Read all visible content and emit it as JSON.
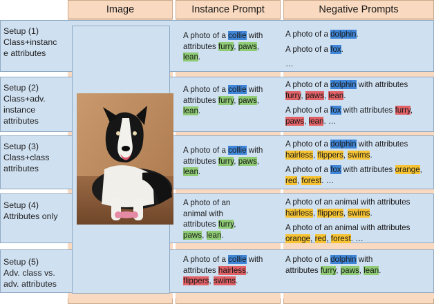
{
  "headers": {
    "image": "Image",
    "instance": "Instance Prompt",
    "negative": "Negative Prompts"
  },
  "rows": [
    {
      "setup": "Setup (1)\nClass+instanc\ne attributes",
      "instance": [
        [
          {
            "t": "A photo of a "
          },
          {
            "t": "collie",
            "h": "b"
          },
          {
            "t": " with"
          }
        ],
        [
          {
            "t": "attributes "
          },
          {
            "t": "furry",
            "h": "g"
          },
          {
            "t": ", "
          },
          {
            "t": "paws",
            "h": "g"
          },
          {
            "t": ","
          }
        ],
        [
          {
            "t": "lean",
            "h": "g"
          },
          {
            "t": "."
          }
        ]
      ],
      "negative": [
        [
          {
            "t": "A photo of a "
          },
          {
            "t": "dolphin",
            "h": "b"
          },
          {
            "t": "."
          }
        ],
        [
          {
            "t": "A photo of a "
          },
          {
            "t": "fox",
            "h": "b"
          },
          {
            "t": "."
          }
        ],
        [
          {
            "t": "…"
          }
        ]
      ]
    },
    {
      "setup": "Setup (2)\nClass+adv.\ninstance\nattributes",
      "instance": [
        [
          {
            "t": "A photo of a "
          },
          {
            "t": "collie",
            "h": "b"
          },
          {
            "t": " with"
          }
        ],
        [
          {
            "t": "attributes "
          },
          {
            "t": "furry",
            "h": "g"
          },
          {
            "t": ", "
          },
          {
            "t": "paws",
            "h": "g"
          },
          {
            "t": ","
          }
        ],
        [
          {
            "t": "lean",
            "h": "g"
          },
          {
            "t": "."
          }
        ]
      ],
      "negative": [
        [
          {
            "t": "A photo of a "
          },
          {
            "t": "dolphin",
            "h": "b"
          },
          {
            "t": " with attributes"
          }
        ],
        [
          {
            "t": "furry",
            "h": "r"
          },
          {
            "t": ", "
          },
          {
            "t": "paws",
            "h": "r"
          },
          {
            "t": ", "
          },
          {
            "t": "lean",
            "h": "r"
          },
          {
            "t": "."
          }
        ],
        [
          {
            "t": "A photo of a "
          },
          {
            "t": "fox",
            "h": "b"
          },
          {
            "t": " with attributes "
          },
          {
            "t": "furry",
            "h": "r"
          },
          {
            "t": ","
          }
        ],
        [
          {
            "t": "paws",
            "h": "r"
          },
          {
            "t": ", "
          },
          {
            "t": "lean",
            "h": "r"
          },
          {
            "t": ".   …"
          }
        ]
      ]
    },
    {
      "setup": "Setup (3)\nClass+class\nattributes",
      "instance": [
        [
          {
            "t": "A photo of a "
          },
          {
            "t": "collie",
            "h": "b"
          },
          {
            "t": " with"
          }
        ],
        [
          {
            "t": "attributes "
          },
          {
            "t": "furry",
            "h": "g"
          },
          {
            "t": ", "
          },
          {
            "t": "paws",
            "h": "g"
          },
          {
            "t": ","
          }
        ],
        [
          {
            "t": "lean",
            "h": "g"
          },
          {
            "t": "."
          }
        ]
      ],
      "negative": [
        [
          {
            "t": "A photo of a "
          },
          {
            "t": "dolphin",
            "h": "b"
          },
          {
            "t": " with attributes"
          }
        ],
        [
          {
            "t": "hairless",
            "h": "y"
          },
          {
            "t": ", "
          },
          {
            "t": "flippers",
            "h": "y"
          },
          {
            "t": ", "
          },
          {
            "t": "swims",
            "h": "y"
          },
          {
            "t": "."
          }
        ],
        [
          {
            "t": "A photo of a "
          },
          {
            "t": "fox",
            "h": "b"
          },
          {
            "t": " with attributes "
          },
          {
            "t": "orange",
            "h": "y"
          },
          {
            "t": ","
          }
        ],
        [
          {
            "t": "red",
            "h": "y"
          },
          {
            "t": ", "
          },
          {
            "t": "forest",
            "h": "y"
          },
          {
            "t": ".   …"
          }
        ]
      ]
    },
    {
      "setup": "Setup (4)\nAttributes only",
      "instance": [
        [
          {
            "t": "A photo of an"
          }
        ],
        [
          {
            "t": "animal with"
          }
        ],
        [
          {
            "t": "attributes "
          },
          {
            "t": "furry",
            "h": "g"
          },
          {
            "t": ","
          }
        ],
        [
          {
            "t": "paws",
            "h": "g"
          },
          {
            "t": ", "
          },
          {
            "t": "lean",
            "h": "g"
          },
          {
            "t": "."
          }
        ]
      ],
      "negative": [
        [
          {
            "t": "A photo of an animal with attributes"
          }
        ],
        [
          {
            "t": "hairless",
            "h": "y"
          },
          {
            "t": ", "
          },
          {
            "t": "flippers",
            "h": "y"
          },
          {
            "t": ", "
          },
          {
            "t": "swims",
            "h": "y"
          },
          {
            "t": "."
          }
        ],
        [
          {
            "t": "A photo of an animal with attributes"
          }
        ],
        [
          {
            "t": "orange",
            "h": "y"
          },
          {
            "t": ", "
          },
          {
            "t": "red",
            "h": "y"
          },
          {
            "t": ", "
          },
          {
            "t": "forest",
            "h": "y"
          },
          {
            "t": ".   …"
          }
        ]
      ]
    },
    {
      "setup": "Setup (5)\nAdv. class vs.\nadv. attributes",
      "instance": [
        [
          {
            "t": "A photo of a "
          },
          {
            "t": "collie",
            "h": "b"
          },
          {
            "t": " with"
          }
        ],
        [
          {
            "t": "attributes "
          },
          {
            "t": "hairless",
            "h": "r"
          },
          {
            "t": ","
          }
        ],
        [
          {
            "t": "flippers",
            "h": "r"
          },
          {
            "t": ", "
          },
          {
            "t": "swims",
            "h": "r"
          },
          {
            "t": "."
          }
        ]
      ],
      "negative": [
        [
          {
            "t": "A photo of a "
          },
          {
            "t": "dolphin",
            "h": "b"
          },
          {
            "t": " with"
          }
        ],
        [
          {
            "t": "attributes "
          },
          {
            "t": "furry",
            "h": "g"
          },
          {
            "t": ", "
          },
          {
            "t": "paws",
            "h": "g"
          },
          {
            "t": ", "
          },
          {
            "t": "lean",
            "h": "g"
          },
          {
            "t": "."
          }
        ]
      ]
    }
  ]
}
